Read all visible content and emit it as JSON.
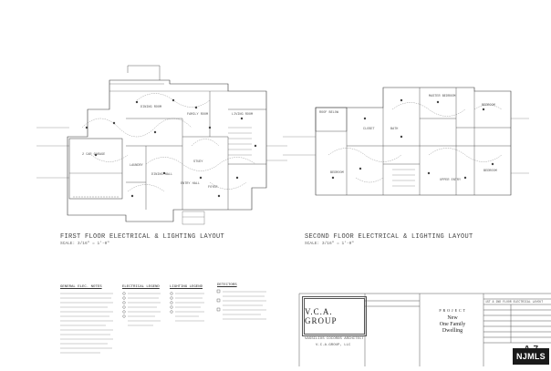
{
  "plans": {
    "first_floor_title": "FIRST FLOOR ELECTRICAL & LIGHTING LAYOUT",
    "first_floor_scale": "SCALE: 3/16\" = 1'-0\"",
    "second_floor_title": "SECOND FLOOR ELECTRICAL & LIGHTING LAYOUT",
    "second_floor_scale": "SCALE: 3/16\" = 1'-0\"",
    "first_rooms": [
      "2 CAR GARAGE",
      "DINING ROOM",
      "FAMILY ROOM",
      "FOYER",
      "STUDY",
      "LIVING ROOM",
      "ENTRY HALL",
      "DINING HALL",
      "LAUNDRY"
    ],
    "second_rooms": [
      "ROOF BELOW",
      "MASTER BEDROOM",
      "BEDROOM",
      "BEDROOM",
      "BEDROOM",
      "UPPER ENTRY",
      "BATH",
      "CLOSET"
    ]
  },
  "notes": {
    "general_title": "GENERAL ELEC. NOTES",
    "electrical_legend_title": "ELECTRICAL LEGEND",
    "lighting_legend_title": "LIGHTING LEGEND",
    "detectors_title": "DETECTORS"
  },
  "titleblock": {
    "firm_logo": "V.C.A. GROUP",
    "firm_subtitle": "VASSILIOS COCOROS ARCHITECT",
    "firm_name": "V.C.A.GROUP, LLC",
    "project_label": "P R O J E C T",
    "project_line1": "New",
    "project_line2": "One Family",
    "project_line3": "Dwelling",
    "drawing_title": "1ST & 2ND FLOOR ELECTRICAL LAYOUT",
    "sheet_number": "A-7"
  },
  "watermark": {
    "text": "NJMLS"
  }
}
